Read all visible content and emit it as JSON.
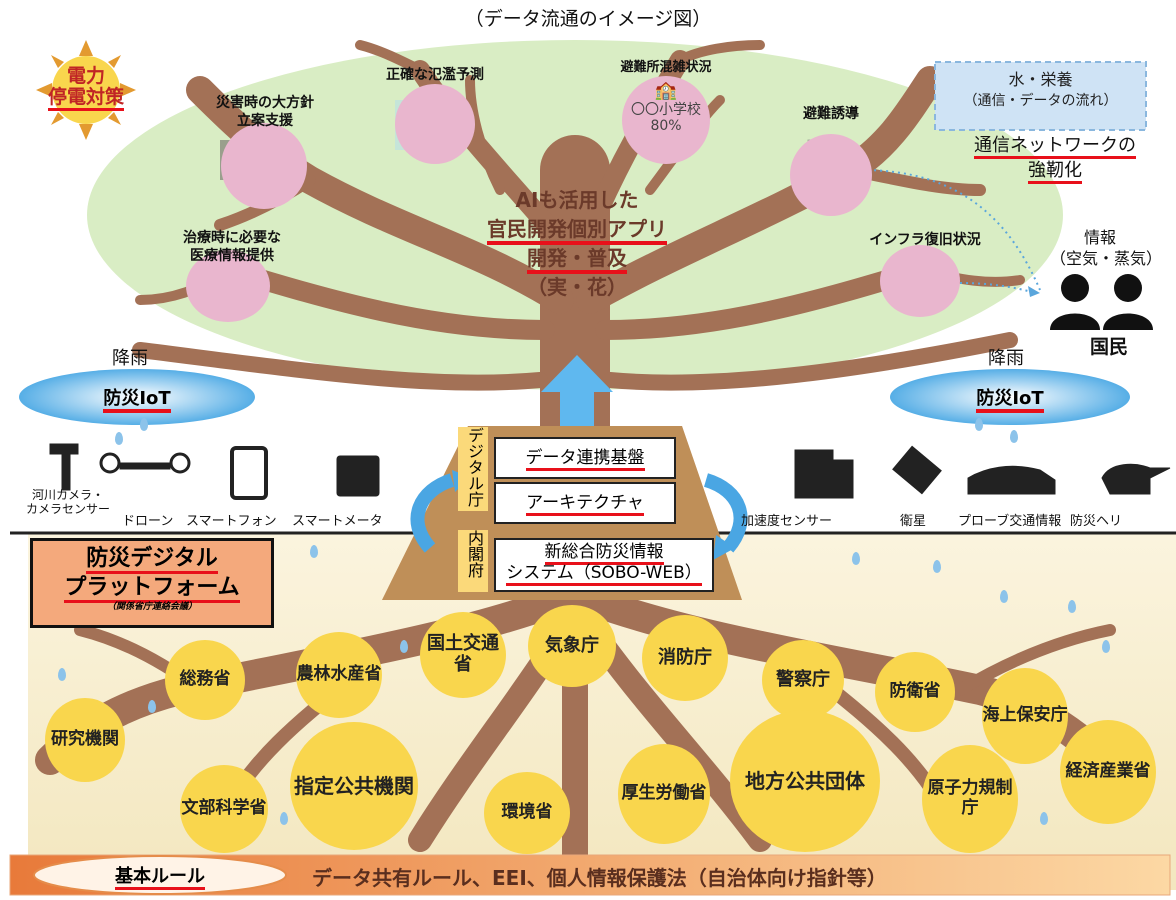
{
  "title": "（データ流通のイメージ図）",
  "sun": {
    "line1": "電力",
    "line2": "停電対策"
  },
  "water": {
    "line1": "水・栄養",
    "line2": "（通信・データの流れ）"
  },
  "network": {
    "line1": "通信ネットワークの",
    "line2": "強靭化"
  },
  "apps": [
    {
      "line1": "災害時の大方針",
      "line2": "立案支援"
    },
    {
      "line1": "正確な氾濫予測"
    },
    {
      "line1": "避難所混雑状況",
      "detail1": "〇〇小学校",
      "detail2": "80%"
    },
    {
      "line1": "避難誘導"
    },
    {
      "line1": "治療時に必要な",
      "line2": "医療情報提供"
    },
    {
      "line1": "インフラ復旧状況"
    }
  ],
  "center": {
    "line1": "AIも活用した",
    "line2": "官民開発個別アプリ",
    "line3": "開発・普及",
    "line4": "（実・花）"
  },
  "info": {
    "line1": "情報",
    "line2": "（空気・蒸気）"
  },
  "citizens": "国民",
  "iot_left": {
    "rain": "降雨",
    "label": "防災IoT"
  },
  "iot_right": {
    "rain": "降雨",
    "label": "防災IoT"
  },
  "devices": [
    {
      "line1": "河川カメラ・",
      "line2": "カメラセンサー"
    },
    {
      "line1": "ドローン"
    },
    {
      "line1": "スマートフォン"
    },
    {
      "line1": "スマートメータ"
    },
    {
      "line1": "加速度センサー"
    },
    {
      "line1": "衛星"
    },
    {
      "line1": "プローブ交通情報"
    },
    {
      "line1": "防災ヘリ"
    }
  ],
  "pyramid": {
    "digital_agency": "デジタル庁",
    "cabinet_office": "内閣府",
    "layer1": "データ連携基盤",
    "layer2": "アーキテクチャ",
    "layer3a": "新総合防災情報",
    "layer3b": "システム（SOBO-WEB）"
  },
  "platform": {
    "line1": "防災デジタル",
    "line2": "プラットフォーム",
    "line3": "（関係省庁連絡会議）"
  },
  "agencies": [
    "総務省",
    "農林水産省",
    "国土交通省",
    "気象庁",
    "消防庁",
    "警察庁",
    "防衛省",
    "海上保安庁",
    "研究機関",
    "指定公共機関",
    "文部科学省",
    "環境省",
    "厚生労働省",
    "地方公共団体",
    "原子力規制庁",
    "経済産業省"
  ],
  "rules": {
    "label": "基本ルール",
    "text": "データ共有ルール、EEI、個人情報保護法（自治体向け指針等）"
  },
  "colors": {
    "canopy": "#d9edc4",
    "trunk": "#a37156",
    "bubble": "#e9b6ce",
    "agency": "#f9d64d",
    "underline": "#e8101a",
    "platform": "#f4a97c"
  }
}
